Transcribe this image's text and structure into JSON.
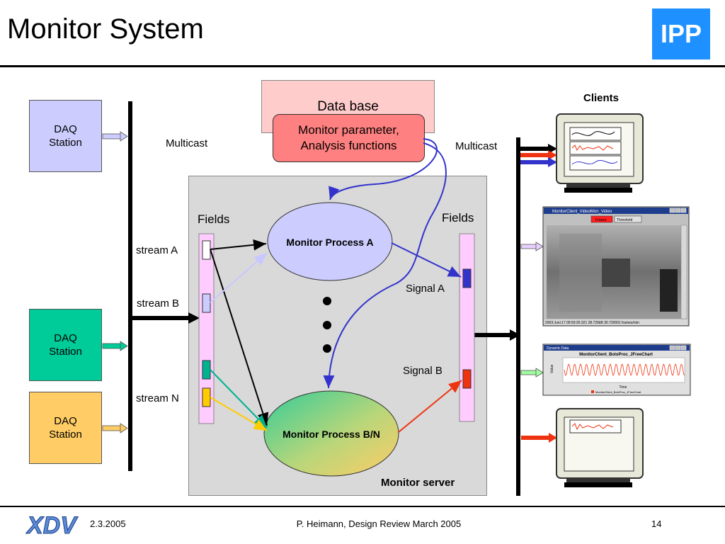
{
  "header": {
    "title": "Monitor System",
    "logo_text": "IPP"
  },
  "diagram": {
    "database": "Data base",
    "monitor_parameter": "Monitor parameter,\nAnalysis functions",
    "daq_stations": [
      "DAQ\nStation",
      "DAQ\nStation",
      "DAQ\nStation"
    ],
    "multicast_left": "Multicast",
    "multicast_right": "Multicast",
    "fields_left": "Fields",
    "fields_right": "Fields",
    "streams": [
      "stream A",
      "stream B",
      "stream N"
    ],
    "process_a": "Monitor Process A",
    "process_bn": "Monitor Process B/N",
    "signal_a": "Signal A",
    "signal_b": "Signal B",
    "server_label": "Monitor server",
    "clients_label": "Clients",
    "client_video": {
      "title": "MonitorClient_VideoMon_Video",
      "button": "Freeze",
      "select": "Threshold",
      "status": "2003:Juni:17 09:59:26:321    28.726kB 30.720001 frames/min"
    },
    "client_chart": {
      "window_title": "Dynamic Data",
      "chart_title": "MonitorClient_BoloProc_JFreeChart",
      "ylabel": "Value",
      "xlabel": "Time",
      "legend": "MonitorClient_BoloProc_JFreeChart"
    }
  },
  "colors": {
    "daq1": "#ccccff",
    "daq2": "#00cc99",
    "daq3": "#ffcc66",
    "signal_a": "#3333cc",
    "signal_b": "#ee3311",
    "logo": "#1e90ff",
    "footer_logo": "#5b8bd6"
  },
  "footer": {
    "logo_text": "XDV",
    "date": "2.3.2005",
    "center": "P. Heimann, Design Review March 2005",
    "page": "14"
  }
}
